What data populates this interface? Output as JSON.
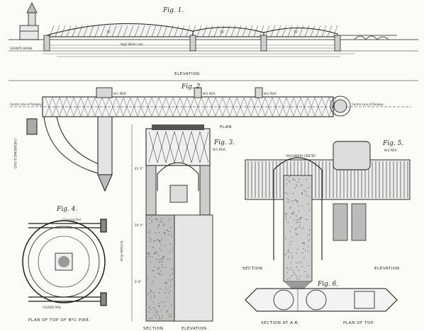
{
  "figures": {
    "fig1": {
      "label": "Fig. 1.",
      "caption": "ELEVATION",
      "water_text": "High Water Line",
      "left_text": "GRANITE BASIN",
      "span_marks": [
        "75'",
        "74'",
        "75'"
      ]
    },
    "fig2": {
      "label": "Fig. 2.",
      "caption": "PLAN",
      "pier_labels": [
        "Nº1 PIER",
        "Nº2 PIER",
        "Nº3 PIER"
      ],
      "left_text": "Centre Line of Railway",
      "right_text": "Centre Line of Railway",
      "side_text": "CHESAPEAKE & OHIO"
    },
    "fig3": {
      "label": "Fig. 3.",
      "sub": "Nº1 PIER.",
      "caption_left": "SECTION",
      "caption_right": "ELEVATION",
      "dims": [
        "43' 6\"",
        "20' 0\"",
        "6' 6\""
      ]
    },
    "fig4": {
      "label": "Fig. 4.",
      "caption": "PLAN OF TOP OF Nº1 PIER.",
      "side_text": "Turntable Pivot",
      "note_top": "Crossing Rail",
      "note_bottom": "CLOSED RAIL"
    },
    "fig5": {
      "label": "Fig. 5.",
      "sub": "Nº2 PIER.",
      "caption_left": "SECTION",
      "caption_right": "ELEVATION",
      "note": "MACHINERY CENTER"
    },
    "fig6": {
      "label": "Fig. 6.",
      "caption_left": "SECTION AT A-B.",
      "caption_right": "PLAN OF TOP."
    }
  }
}
